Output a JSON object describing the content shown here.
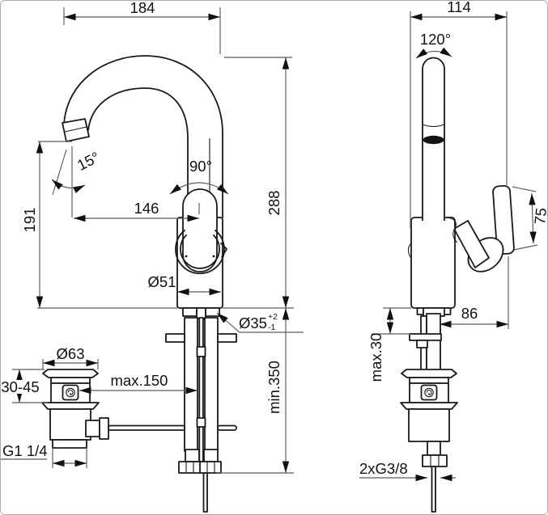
{
  "colors": {
    "line": "#1a1a1a",
    "dimension_line": "#5b5b5b",
    "background": "#ffffff",
    "border": "#ababab"
  },
  "icons": {
    "brand_mark": "brand-mark"
  },
  "front_view": {
    "overall_width": "184",
    "spout_tilt_angle": "15°",
    "spout_swivel_angle": "90°",
    "spout_reach": "146",
    "spout_outlet_height": "191",
    "overall_height": "288",
    "body_diameter": "Ø51",
    "mounting_hole_diameter": "Ø35",
    "mounting_hole_tol_plus": "+2",
    "mounting_hole_tol_minus": "-1",
    "waste_flange_diameter": "Ø63",
    "waste_deck_range": "30-45",
    "pullrod_reach": "max.150",
    "hose_min_length": "min.350",
    "waste_thread": "G1 1/4"
  },
  "side_view": {
    "overall_depth": "114",
    "handle_swivel_angle": "120°",
    "handle_length": "75",
    "handle_reach": "86",
    "max_deck_thickness": "max.30",
    "supply_connection": "2xG3/8"
  }
}
